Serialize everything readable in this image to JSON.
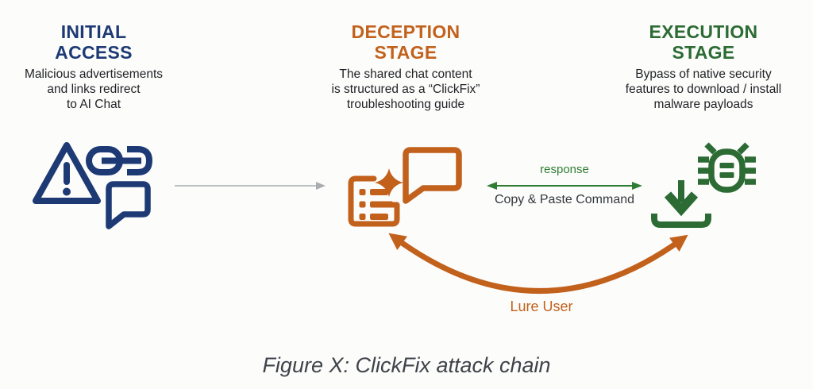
{
  "diagram": {
    "caption": "Figure X: ClickFix attack chain",
    "background": "#fcfcfb"
  },
  "stages": [
    {
      "name": "initial-access",
      "title": [
        "INITIAL",
        "ACCESS"
      ],
      "color": "#1d3a75",
      "description": [
        "Malicious advertisements",
        "and links redirect",
        "to AI Chat"
      ],
      "icons": [
        "warning-triangle-icon",
        "link-icon",
        "chat-bubble-icon"
      ]
    },
    {
      "name": "deception-stage",
      "title": [
        "DECEPTION",
        "STAGE"
      ],
      "color": "#c2611c",
      "description": [
        "The shared chat content",
        "is structured as a “ClickFix”",
        "troubleshooting guide"
      ],
      "icons": [
        "ai-checklist-icon",
        "sparkle-icon",
        "chat-bubble-icon"
      ]
    },
    {
      "name": "execution-stage",
      "title": [
        "EXECUTION",
        "STAGE"
      ],
      "color": "#2c6b33",
      "description": [
        "Bypass of native security",
        "features to download / install",
        "malware payloads"
      ],
      "icons": [
        "download-icon",
        "bug-icon"
      ]
    }
  ],
  "connectors": {
    "redirect_arrow": {
      "color": "#aaadb0"
    },
    "exchange_arrow": {
      "color": "#2f7d33",
      "label_above": "response",
      "label_below": "Copy & Paste Command"
    },
    "lure_arrow": {
      "color": "#c2611c",
      "label": "Lure User"
    }
  }
}
